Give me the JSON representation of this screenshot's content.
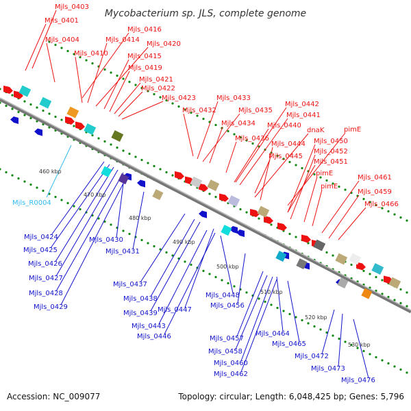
{
  "map": {
    "title": "Mycobacterium sp. JLS, complete genome",
    "colors": {
      "forward_label": "#ee1111",
      "reverse_label": "#1111cc",
      "rna_label": "#33bbee",
      "backbone": "#888888",
      "tick_dot": "#118811"
    },
    "ticks": [
      "460 kbp",
      "470 kbp",
      "480 kbp",
      "490 kbp",
      "500 kbp",
      "510 kbp",
      "520 kbp",
      "530 kbp"
    ],
    "forward_labels": [
      "Mjls_0403",
      "Mjls_0401",
      "Mjls_0404",
      "Mjls_0416",
      "Mjls_0414",
      "Mjls_0410",
      "Mjls_0420",
      "Mjls_0415",
      "Mjls_0419",
      "Mjls_0421",
      "Mjls_0422",
      "Mjls_0423",
      "Mjls_0433",
      "Mjls_0432",
      "Mjls_0435",
      "Mjls_0442",
      "Mjls_0441",
      "Mjls_0434",
      "Mjls_0440",
      "dnaK",
      "pimE",
      "Mjls_0436",
      "Mjls_0444",
      "Mjls_0450",
      "Mjls_0452",
      "Mjls_0445",
      "Mjls_0451",
      "pimE",
      "pimE",
      "Mjls_0461",
      "Mjls_0459",
      "Mjls_0466"
    ],
    "reverse_labels": [
      "Mjls_0424",
      "Mjls_0425",
      "Mjls_0426",
      "Mjls_0427",
      "Mjls_0428",
      "Mjls_0429",
      "Mjls_0430",
      "Mjls_0431",
      "Mjls_0437",
      "Mjls_0438",
      "Mjls_0439",
      "Mjls_0447",
      "Mjls_0448",
      "Mjls_0443",
      "Mjls_0446",
      "Mjls_0456",
      "Mjls_0457",
      "Mjls_0464",
      "Mjls_0458",
      "Mjls_0465",
      "Mjls_0460",
      "Mjls_0472",
      "Mjls_0462",
      "Mjls_0473",
      "Mjls_0476"
    ],
    "rna_labels": [
      "Mjls_R0004"
    ]
  },
  "footer": {
    "accession": "Accession: NC_009077",
    "summary": "Topology: circular; Length: 6,048,425 bp; Genes: 5,796"
  }
}
